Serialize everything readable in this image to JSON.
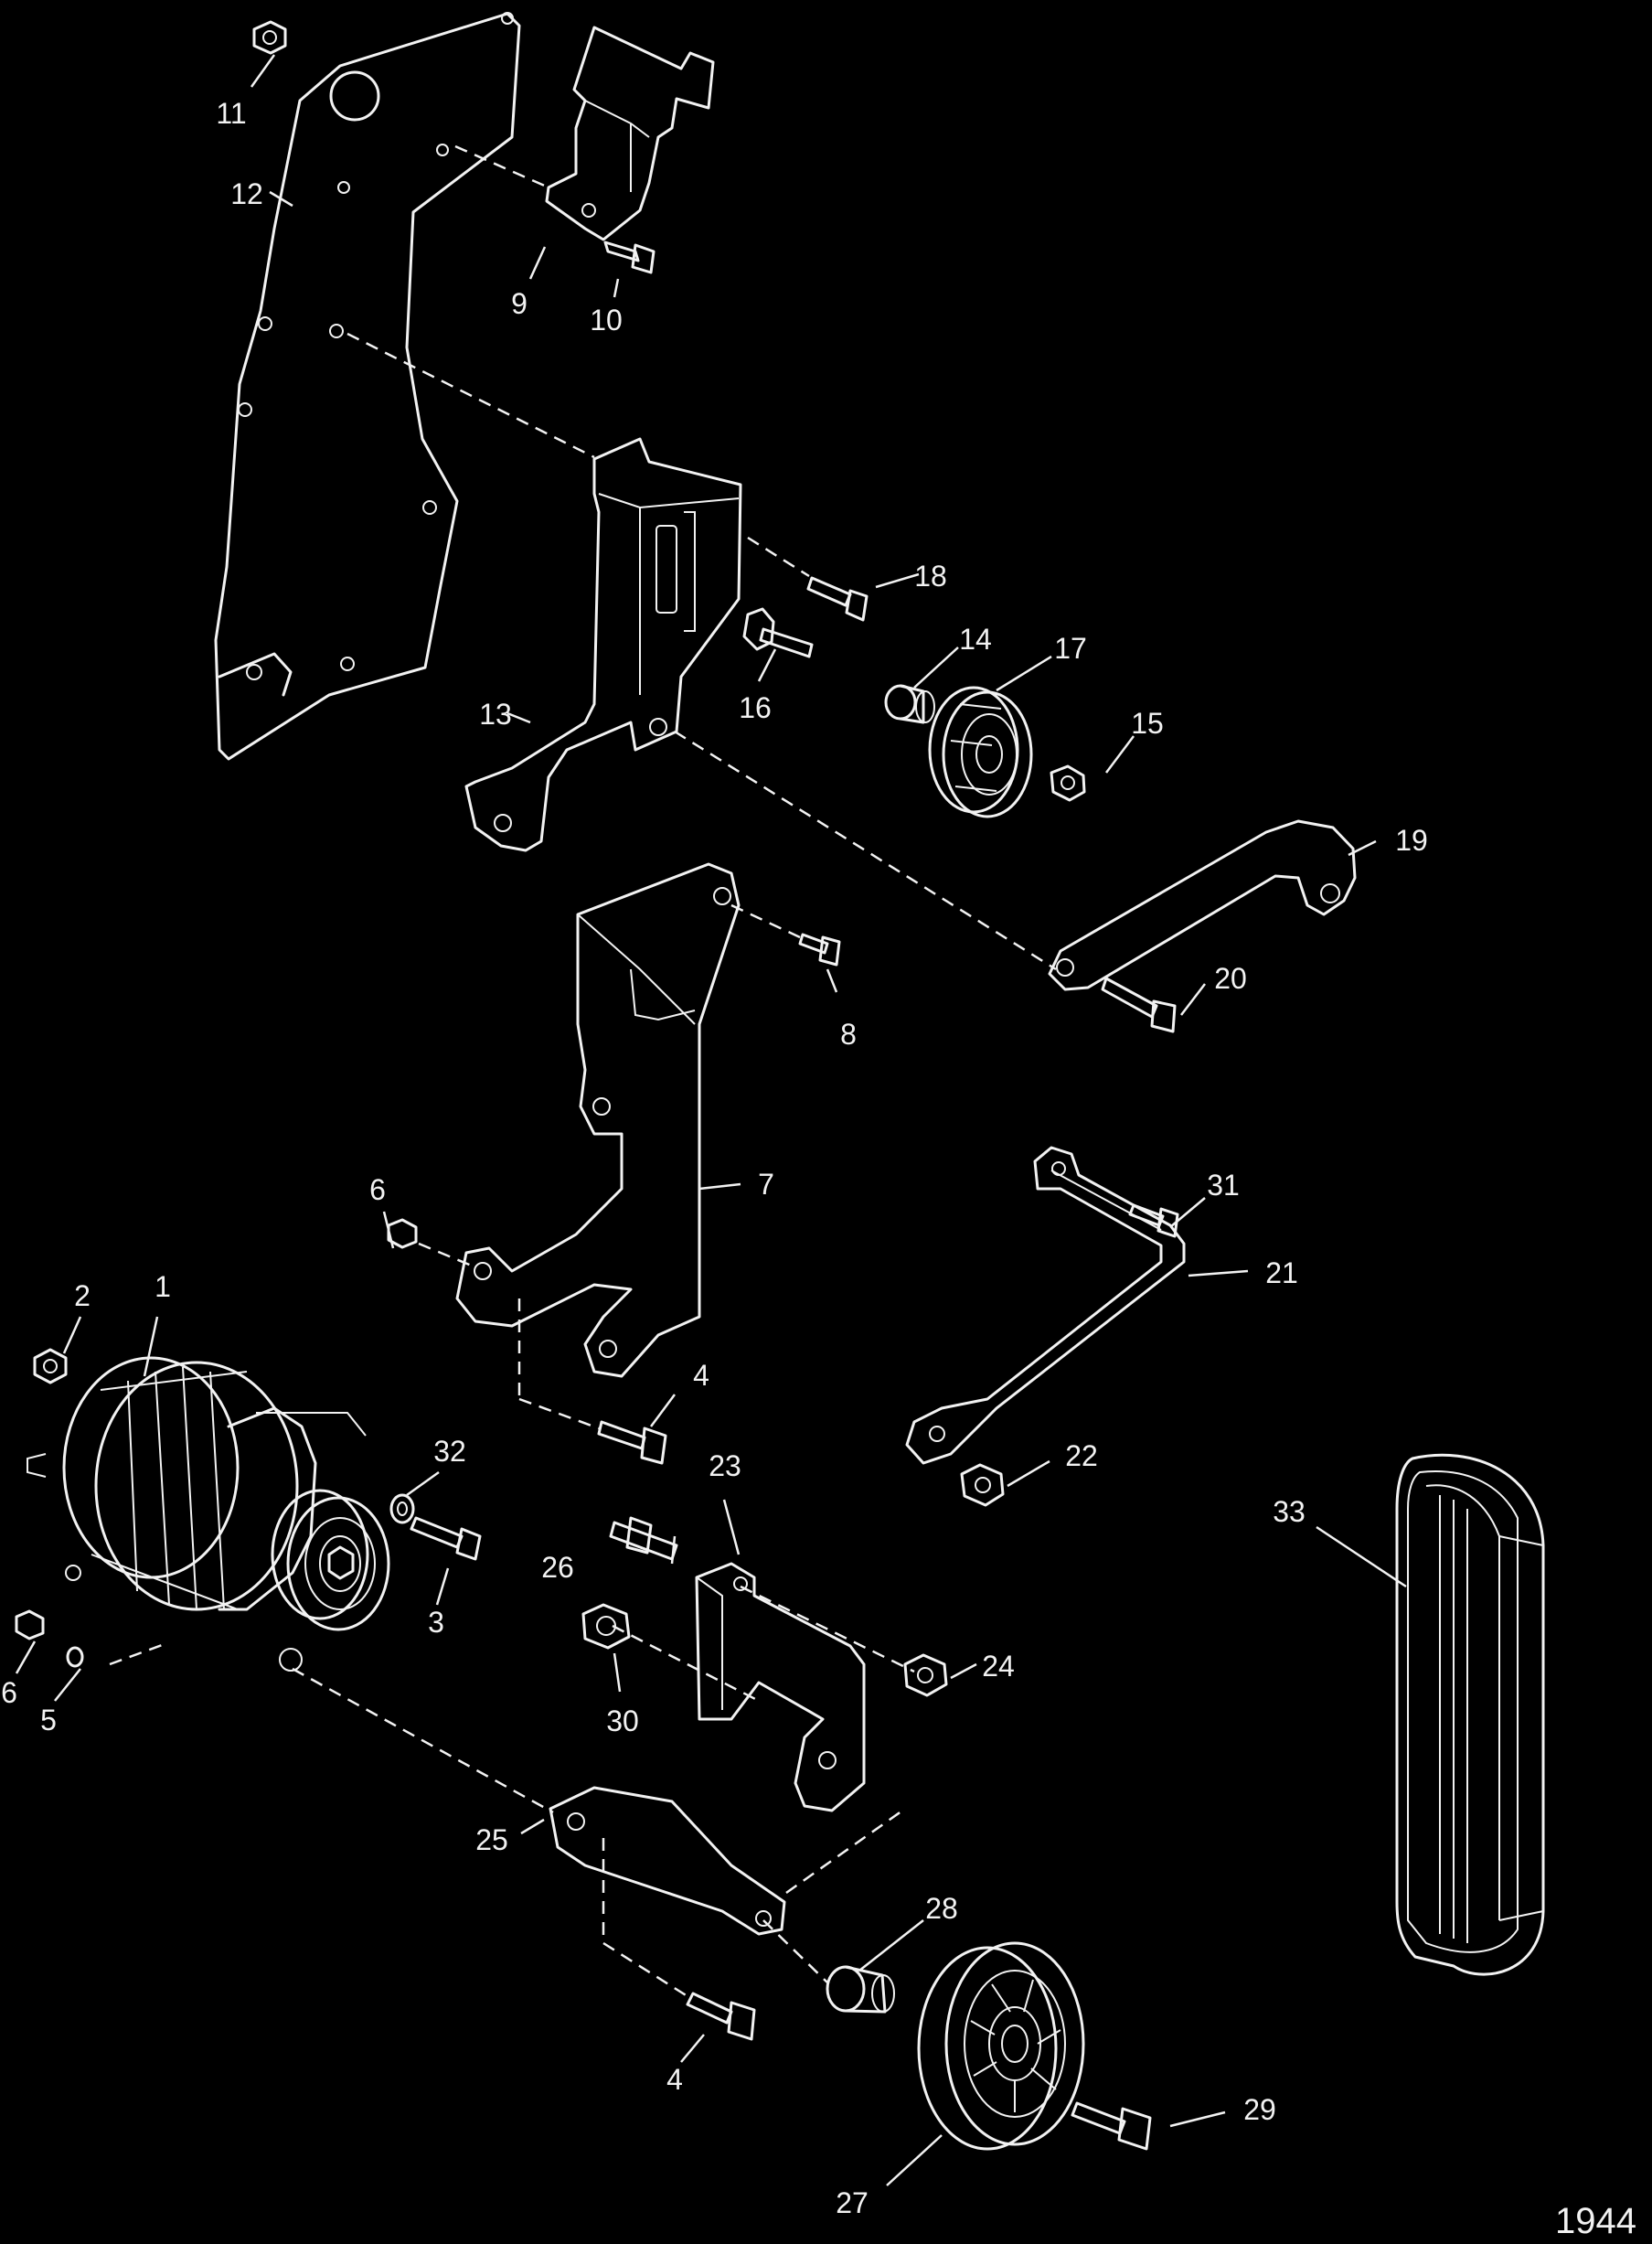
{
  "diagram": {
    "callouts": [
      "1",
      "2",
      "3",
      "4",
      "5",
      "6",
      "7",
      "8",
      "9",
      "10",
      "11",
      "12",
      "13",
      "14",
      "15",
      "16",
      "17",
      "18",
      "19",
      "20",
      "21",
      "22",
      "23",
      "24",
      "25",
      "26",
      "27",
      "28",
      "29",
      "30",
      "31",
      "32",
      "33"
    ],
    "figure_number": "1944"
  }
}
